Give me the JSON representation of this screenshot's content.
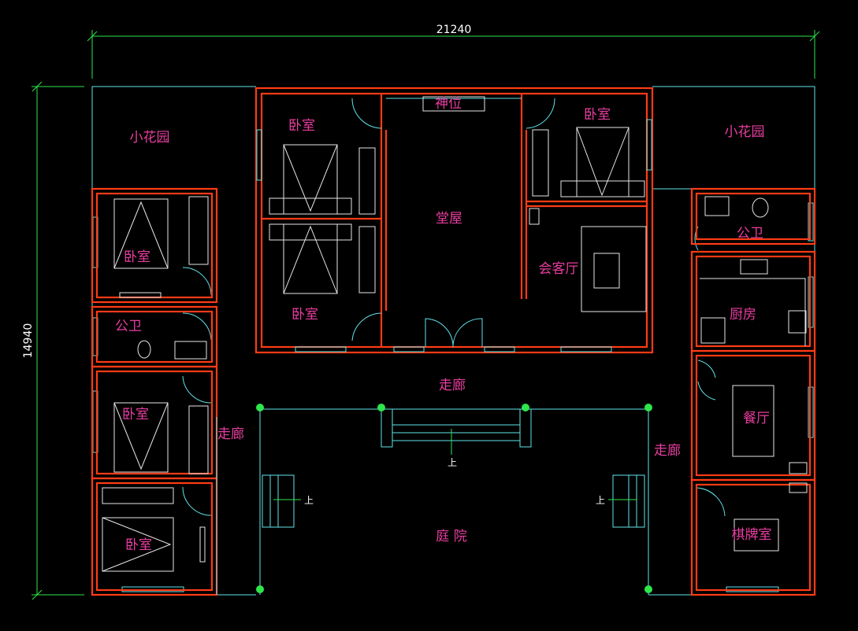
{
  "dimensions": {
    "width": "21240",
    "height": "14940"
  },
  "rooms": {
    "small_garden_left": "小花园",
    "small_garden_right": "小花园",
    "bedroom_top_left": "卧室",
    "bedroom_bottom_left_center": "卧室",
    "shrine": "神位",
    "main_hall": "堂屋",
    "bedroom_top_right": "卧室",
    "reception": "会客厅",
    "left_bedroom_1": "卧室",
    "left_toilet": "公卫",
    "left_bedroom_2": "卧室",
    "left_bedroom_3": "卧室",
    "right_toilet": "公卫",
    "kitchen": "厨房",
    "dining": "餐厅",
    "chess_room": "棋牌室",
    "corridor_center": "走廊",
    "corridor_left": "走廊",
    "corridor_right": "走廊",
    "courtyard": "庭 院"
  },
  "steps": {
    "up_center": "上",
    "up_left": "上",
    "up_right": "上"
  },
  "colors": {
    "wall": "#ff3b14",
    "outline": "#5fe3ea",
    "label": "#e83ea0",
    "dimension": "#2ee64a",
    "background": "#000000"
  }
}
